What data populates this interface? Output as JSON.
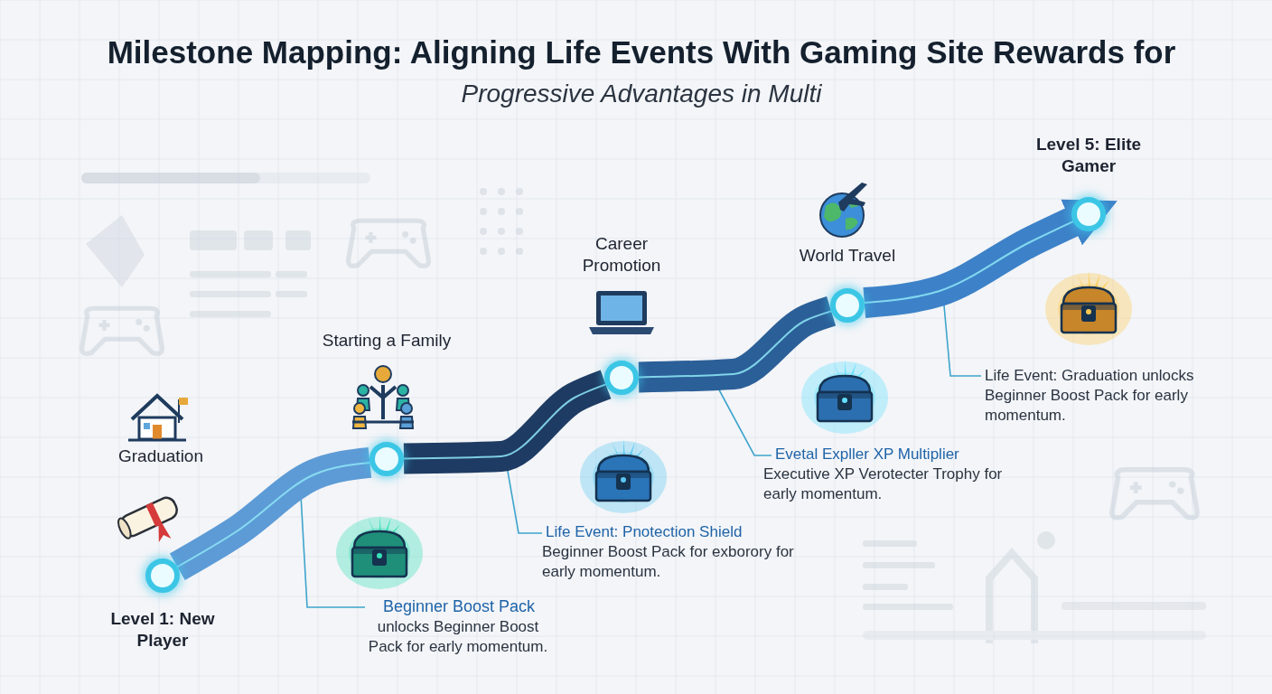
{
  "diagram": {
    "title": "Milestone Mapping: Aligning Life Events With Gaming Site Rewards for",
    "nodes": [
      {
        "text": [
          "Level 1: New Player"
        ]
      },
      {
        "text": [
          "Starting a Family"
        ]
      },
      {
        "text": [
          "Career Promotion"
        ]
      },
      {
        "text": [
          "World Travel"
        ]
      },
      {
        "text": [
          "Level 5: Elite Gamer"
        ]
      }
    ],
    "edges": [
      {
        "from": 0,
        "to": 1,
        "arrow": "none"
      },
      {
        "from": 1,
        "to": 2,
        "arrow": "none"
      },
      {
        "from": 2,
        "to": 3,
        "arrow": "none"
      },
      {
        "from": 3,
        "to": 4,
        "arrow": "to"
      }
    ],
    "labels": [
      "Progressive Advantages in Multi",
      "Graduation",
      "Beginner Boost Pack",
      "unlocks Beginner Boost Pack for early momentum.",
      "Life Event: Pnotection Shield",
      "Beginner Boost Pack for exborory for early momentum.",
      "Evetal Expller XP Multiplier",
      "Executive XP Verotecter Trophy for early momentum.",
      "Life Event: Graduation unlocks Beginner Boost Pack for early momentum."
    ]
  }
}
